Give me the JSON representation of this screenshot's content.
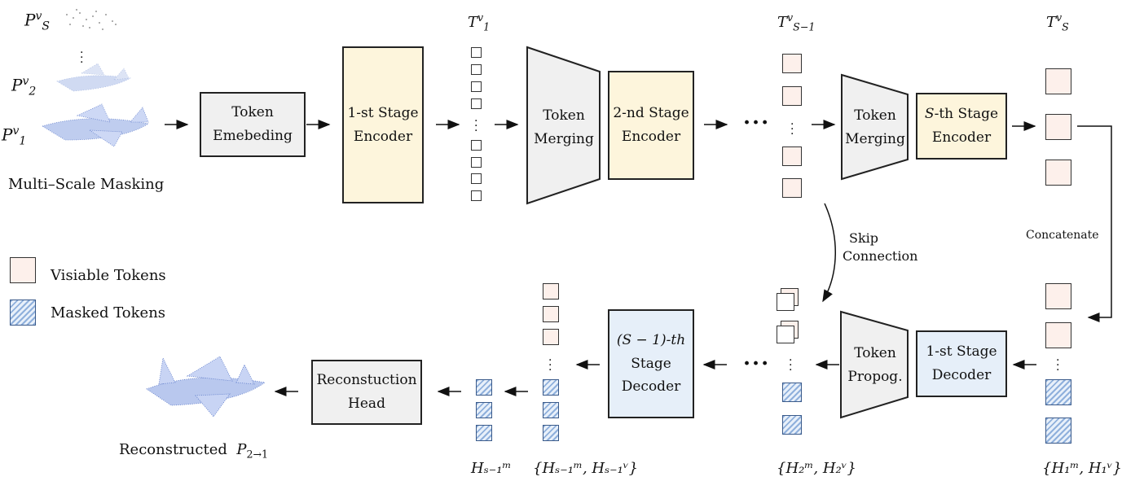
{
  "encoder": {
    "multi_scale_label": "Multi–Scale Masking",
    "ps_label": "P",
    "ps_sup": "v",
    "ps_sub": "S",
    "p2_label": "P",
    "p2_sup": "v",
    "p2_sub": "2",
    "p1_label": "P",
    "p1_sup": "v",
    "p1_sub": "1",
    "token_embedding": [
      "Token",
      "Emebeding"
    ],
    "stage1_encoder": [
      "1-st Stage",
      "Encoder"
    ],
    "token_merging_1": [
      "Token",
      "Merging"
    ],
    "stage2_encoder": [
      "2-nd Stage",
      "Encoder"
    ],
    "token_merging_s": [
      "Token",
      "Merging"
    ],
    "stageS_encoder_italic": "S",
    "stageS_encoder": [
      "-th Stage",
      "Encoder"
    ],
    "t1": {
      "base": "T",
      "sup": "v",
      "sub": "1"
    },
    "ts1": {
      "base": "T",
      "sup": "v",
      "sub": "S−1"
    },
    "ts": {
      "base": "T",
      "sup": "v",
      "sub": "S"
    }
  },
  "connections": {
    "skip": [
      "Skip",
      "Connection"
    ],
    "concatenate": "Concatenate"
  },
  "legend": {
    "visible": "Visiable Tokens",
    "masked": "Masked Tokens"
  },
  "decoder": {
    "stage1_decoder": [
      "1-st Stage",
      "Decoder"
    ],
    "token_propog": [
      "Token",
      "Propog."
    ],
    "stageS1_decoder_top": "(S − 1)-th",
    "stageS1_decoder": [
      "Stage",
      "Decoder"
    ],
    "recon_head": [
      "Reconstuction",
      "Head"
    ],
    "reconstructed_label": "Reconstructed",
    "reconstructed_math": "P",
    "reconstructed_sub": "2→1",
    "h1_label": "{H₁ᵐ, H₁ᵛ}",
    "h2_label": "{H₂ᵐ, H₂ᵛ}",
    "hs1_label": "{Hₛ₋₁ᵐ, Hₛ₋₁ᵛ}",
    "hs1m_label": "Hₛ₋₁ᵐ"
  },
  "colors": {
    "visible_token": "#fdf0eb",
    "masked_token": "#8fb0dc",
    "encoder_box": "#fdf5dc",
    "decoder_box": "#e6eff9",
    "neutral_box": "#f0f0f0",
    "point_cloud": "#5a78c8"
  }
}
